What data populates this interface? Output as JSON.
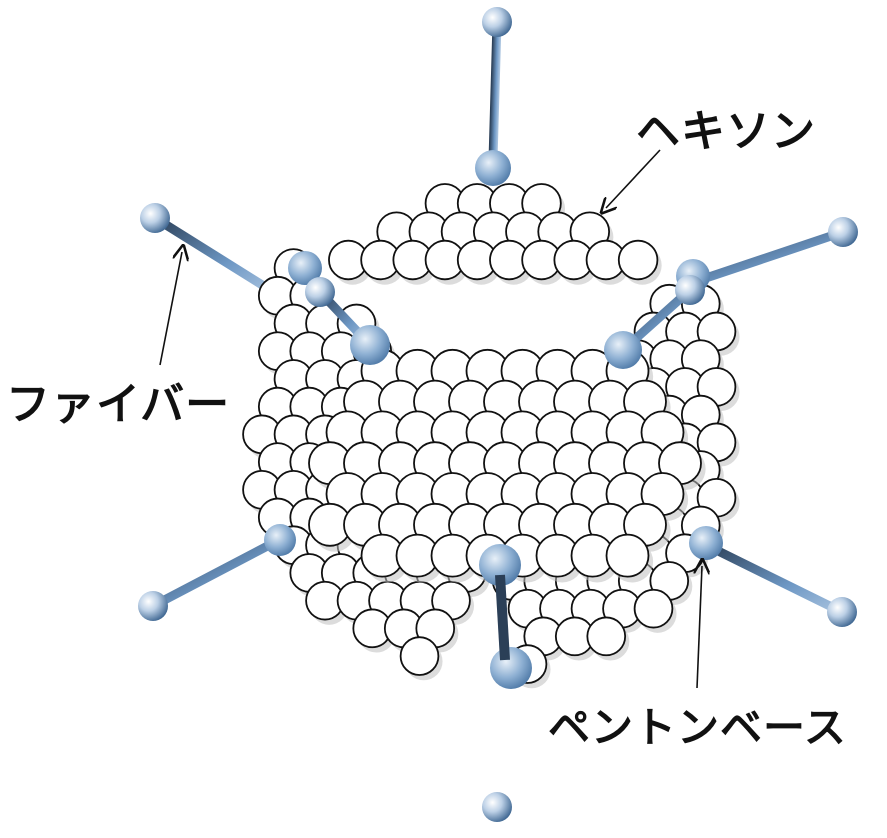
{
  "labels": {
    "hexon": "ヘキソン",
    "fiber": "ファイバー",
    "penton_base": "ペントンベース"
  },
  "colors": {
    "capsomer_fill": "#ffffff",
    "capsomer_stroke": "#111111",
    "fiber_knob": "#7fa3c9",
    "fiber_shaft": "#5b86b5",
    "penton_base": "#8eb0d3",
    "arrow": "#111111"
  },
  "icons": [
    "hexon-sphere",
    "penton-base-sphere",
    "fiber-knob"
  ]
}
